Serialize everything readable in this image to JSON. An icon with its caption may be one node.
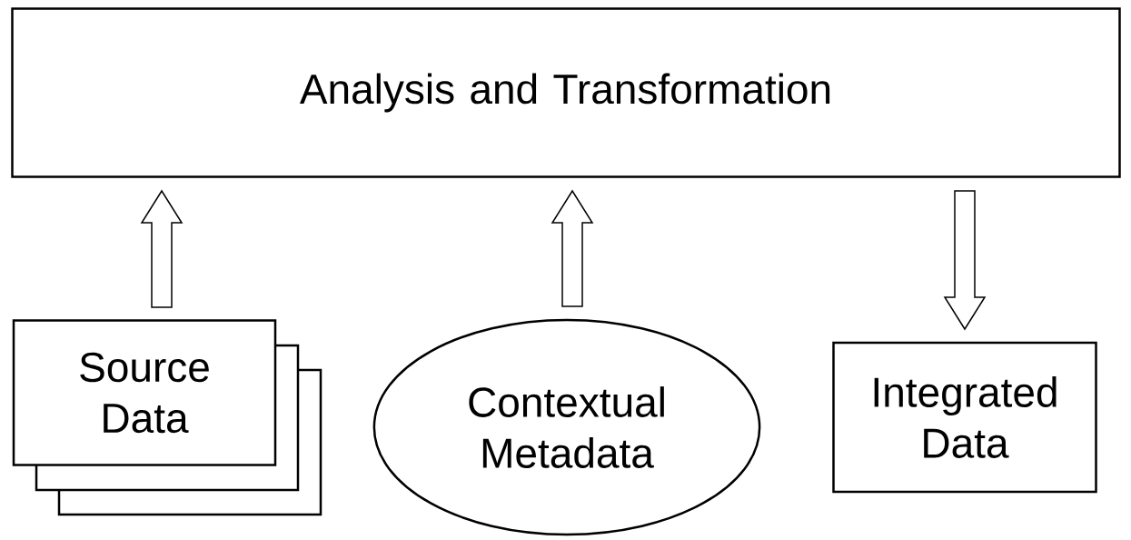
{
  "diagram": {
    "nodes": [
      {
        "text": [
          "Analysis and Transformation"
        ]
      },
      {
        "text": [
          "Source Data"
        ]
      },
      {
        "text": [
          "Contextual Metadata"
        ]
      },
      {
        "text": [
          "Integrated Data"
        ]
      }
    ],
    "edges": [
      {
        "from": 1,
        "to": 0,
        "arrow": "to"
      },
      {
        "from": 2,
        "to": 0,
        "arrow": "to"
      },
      {
        "from": 0,
        "to": 3,
        "arrow": "to"
      }
    ]
  }
}
